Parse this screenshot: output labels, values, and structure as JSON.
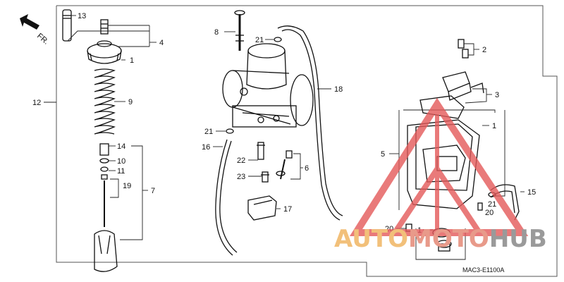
{
  "diagram": {
    "direction_label": "FR.",
    "reference_code": "MAC3-E1100A",
    "callouts": {
      "c13": "13",
      "c4": "4",
      "c1_top": "1",
      "c12": "12",
      "c9": "9",
      "c14": "14",
      "c10": "10",
      "c11": "11",
      "c19": "19",
      "c7": "7",
      "c8": "8",
      "c21_top": "21",
      "c18": "18",
      "c21_mid": "21",
      "c16": "16",
      "c22": "22",
      "c23": "23",
      "c6": "6",
      "c17": "17",
      "c2": "2",
      "c3": "3",
      "c1_right": "1",
      "c5": "5",
      "c15": "15",
      "c21_right": "21",
      "c20_right": "20",
      "c20_bottom": "20",
      "c1_bottom": "1"
    }
  },
  "watermark": {
    "part1": "AUTO",
    "part2": "MOTO",
    "part3": "HUB",
    "colors": {
      "auto": "#f2c07a",
      "moto": "#e89a8a",
      "hub": "#9a9a9a",
      "logo": "#e45a5a"
    }
  }
}
